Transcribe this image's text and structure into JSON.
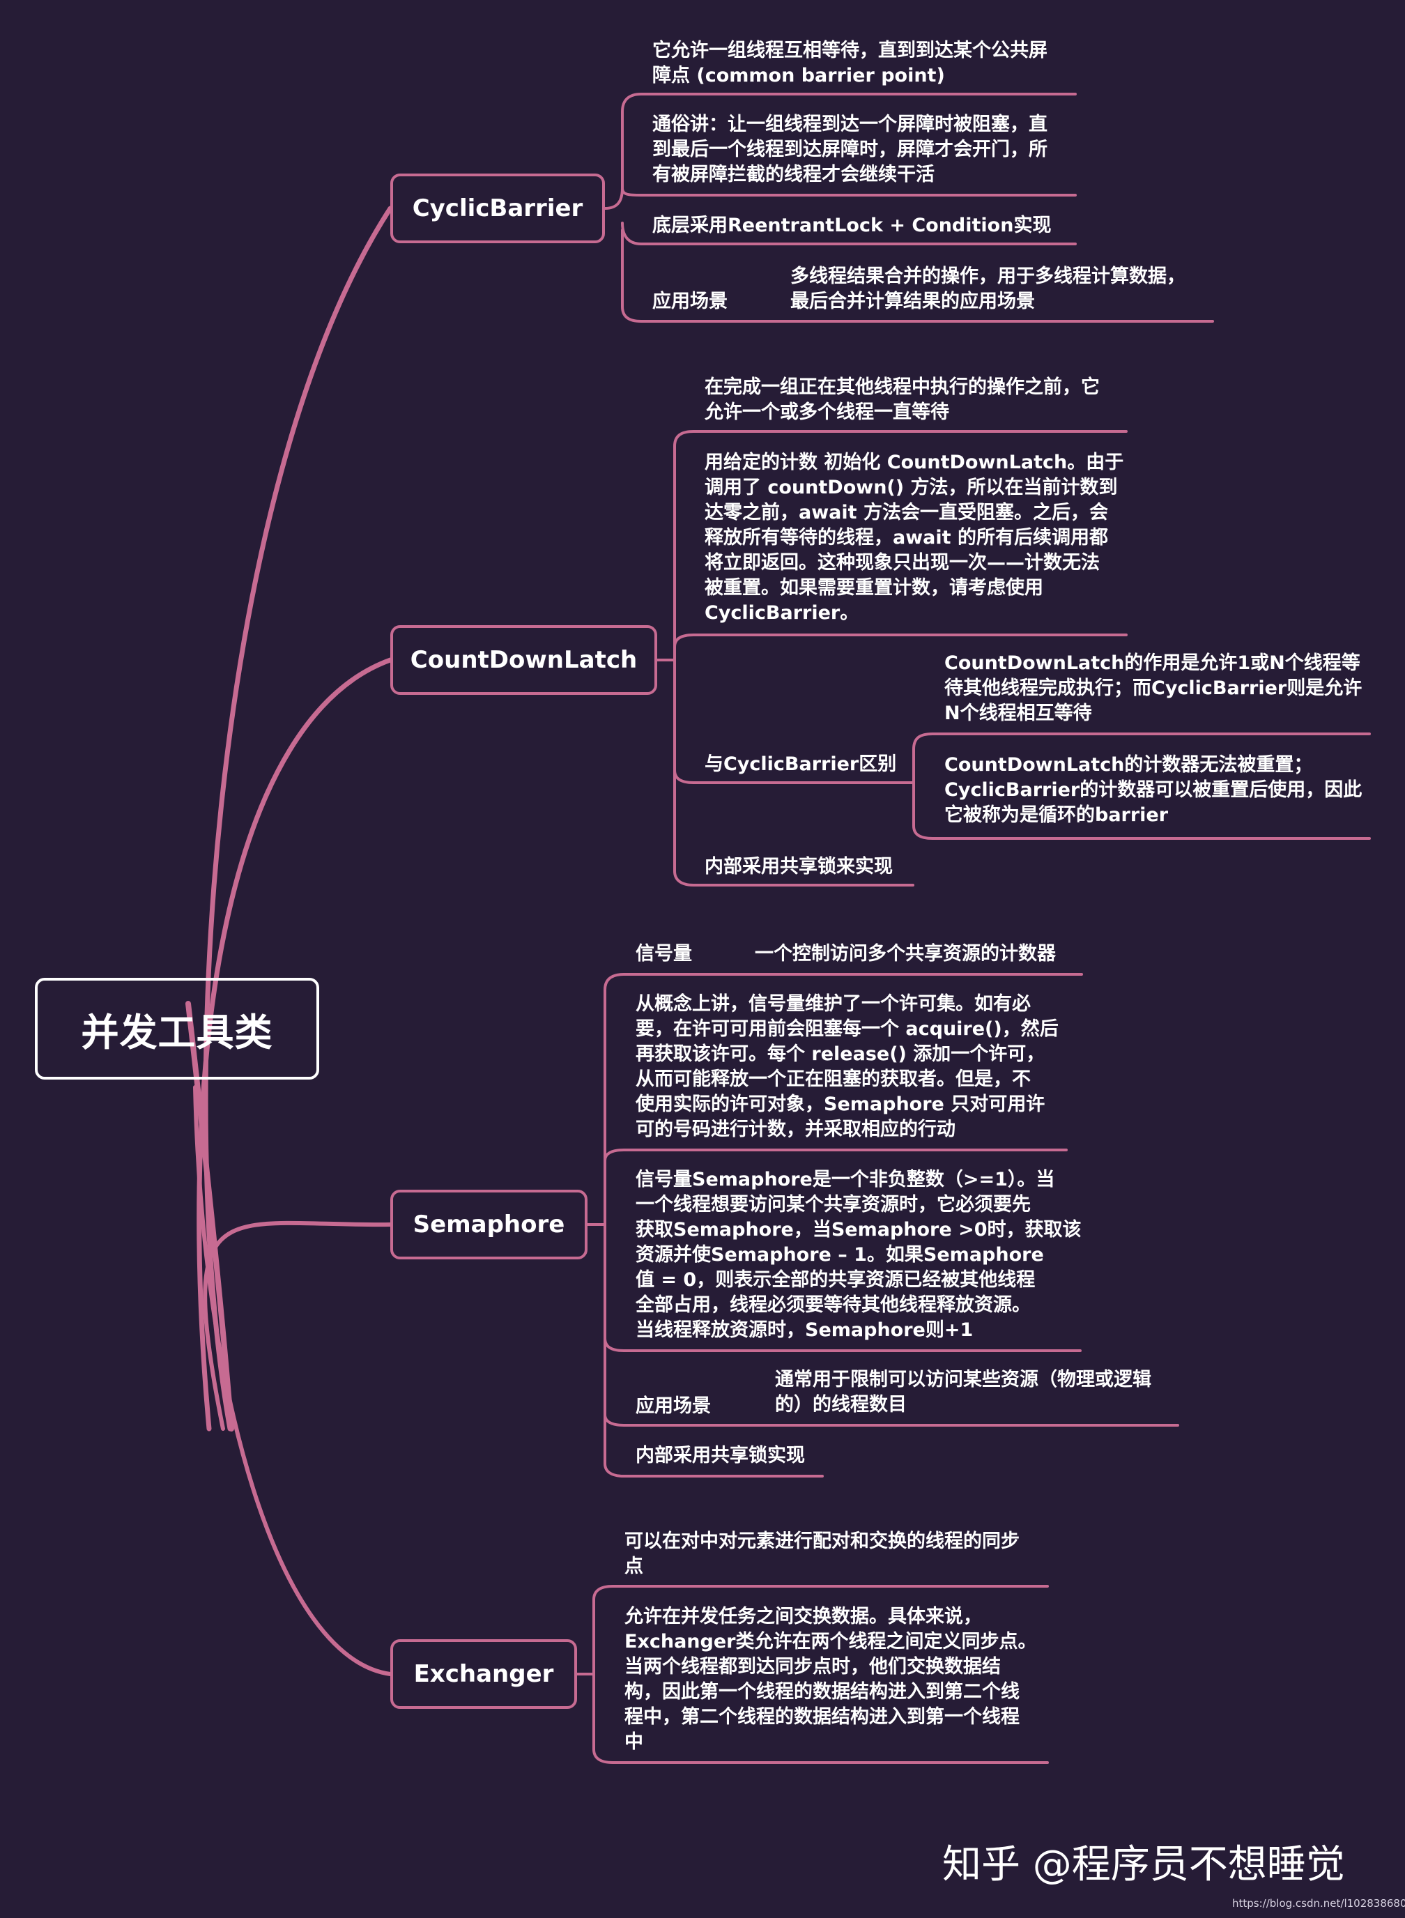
{
  "root": {
    "title": "并发工具类"
  },
  "colors": {
    "background": "#261c36",
    "branch": "#c76b92",
    "text": "#ffffff",
    "root_border": "#ffffff"
  },
  "cyclicbarrier": {
    "title": "CyclicBarrier",
    "definition": [
      "它允许一组线程互相等待，直到到达某个公共屏",
      "障点 (common barrier point)"
    ],
    "plain_words": [
      "通俗讲：让一组线程到达一个屏障时被阻塞，直",
      "到最后一个线程到达屏障时，屏障才会开门，所",
      "有被屏障拦截的线程才会继续干活"
    ],
    "implementation": "底层采用ReentrantLock + Condition实现",
    "scenario_label": "应用场景",
    "scenario": [
      "多线程结果合并的操作，用于多线程计算数据，",
      "最后合并计算结果的应用场景"
    ]
  },
  "countdownlatch": {
    "title": "CountDownLatch",
    "definition": [
      "在完成一组正在其他线程中执行的操作之前，它",
      "允许一个或多个线程一直等待"
    ],
    "detail": [
      "用给定的计数 初始化 CountDownLatch。由于",
      "调用了 countDown() 方法，所以在当前计数到",
      "达零之前，await 方法会一直受阻塞。之后，会",
      "释放所有等待的线程，await 的所有后续调用都",
      "将立即返回。这种现象只出现一次——计数无法",
      "被重置。如果需要重置计数，请考虑使用",
      "CyclicBarrier。"
    ],
    "diff_label": "与CyclicBarrier区别",
    "diff_1": [
      "CountDownLatch的作用是允许1或N个线程等",
      "待其他线程完成执行；而CyclicBarrier则是允许",
      "N个线程相互等待"
    ],
    "diff_2": [
      "CountDownLatch的计数器无法被重置；",
      "CyclicBarrier的计数器可以被重置后使用，因此",
      "它被称为是循环的barrier"
    ],
    "implementation": "内部采用共享锁来实现"
  },
  "semaphore": {
    "title": "Semaphore",
    "label": "信号量",
    "label_desc": "一个控制访问多个共享资源的计数器",
    "concept": [
      "从概念上讲，信号量维护了一个许可集。如有必",
      "要，在许可可用前会阻塞每一个 acquire()，然后",
      "再获取该许可。每个 release() 添加一个许可，",
      "从而可能释放一个正在阻塞的获取者。但是，不",
      "使用实际的许可对象，Semaphore 只对可用许",
      "可的号码进行计数，并采取相应的行动"
    ],
    "detail": [
      "信号量Semaphore是一个非负整数（>=1）。当",
      "一个线程想要访问某个共享资源时，它必须要先",
      "获取Semaphore，当Semaphore >0时，获取该",
      "资源并使Semaphore – 1。如果Semaphore",
      "值 = 0，则表示全部的共享资源已经被其他线程",
      "全部占用，线程必须要等待其他线程释放资源。",
      "当线程释放资源时，Semaphore则+1"
    ],
    "scenario_label": "应用场景",
    "scenario": [
      "通常用于限制可以访问某些资源（物理或逻辑",
      "的）的线程数目"
    ],
    "implementation": "内部采用共享锁实现"
  },
  "exchanger": {
    "title": "Exchanger",
    "definition": [
      "可以在对中对元素进行配对和交换的线程的同步",
      "点"
    ],
    "detail": [
      "允许在并发任务之间交换数据。具体来说，",
      "Exchanger类允许在两个线程之间定义同步点。",
      "当两个线程都到达同步点时，他们交换数据结",
      "构，因此第一个线程的数据结构进入到第二个线",
      "程中，第二个线程的数据结构进入到第一个线程",
      "中"
    ]
  },
  "watermark": "知乎 @程序员不想睡觉",
  "source_url": "https://blog.csdn.net/l1028386804"
}
